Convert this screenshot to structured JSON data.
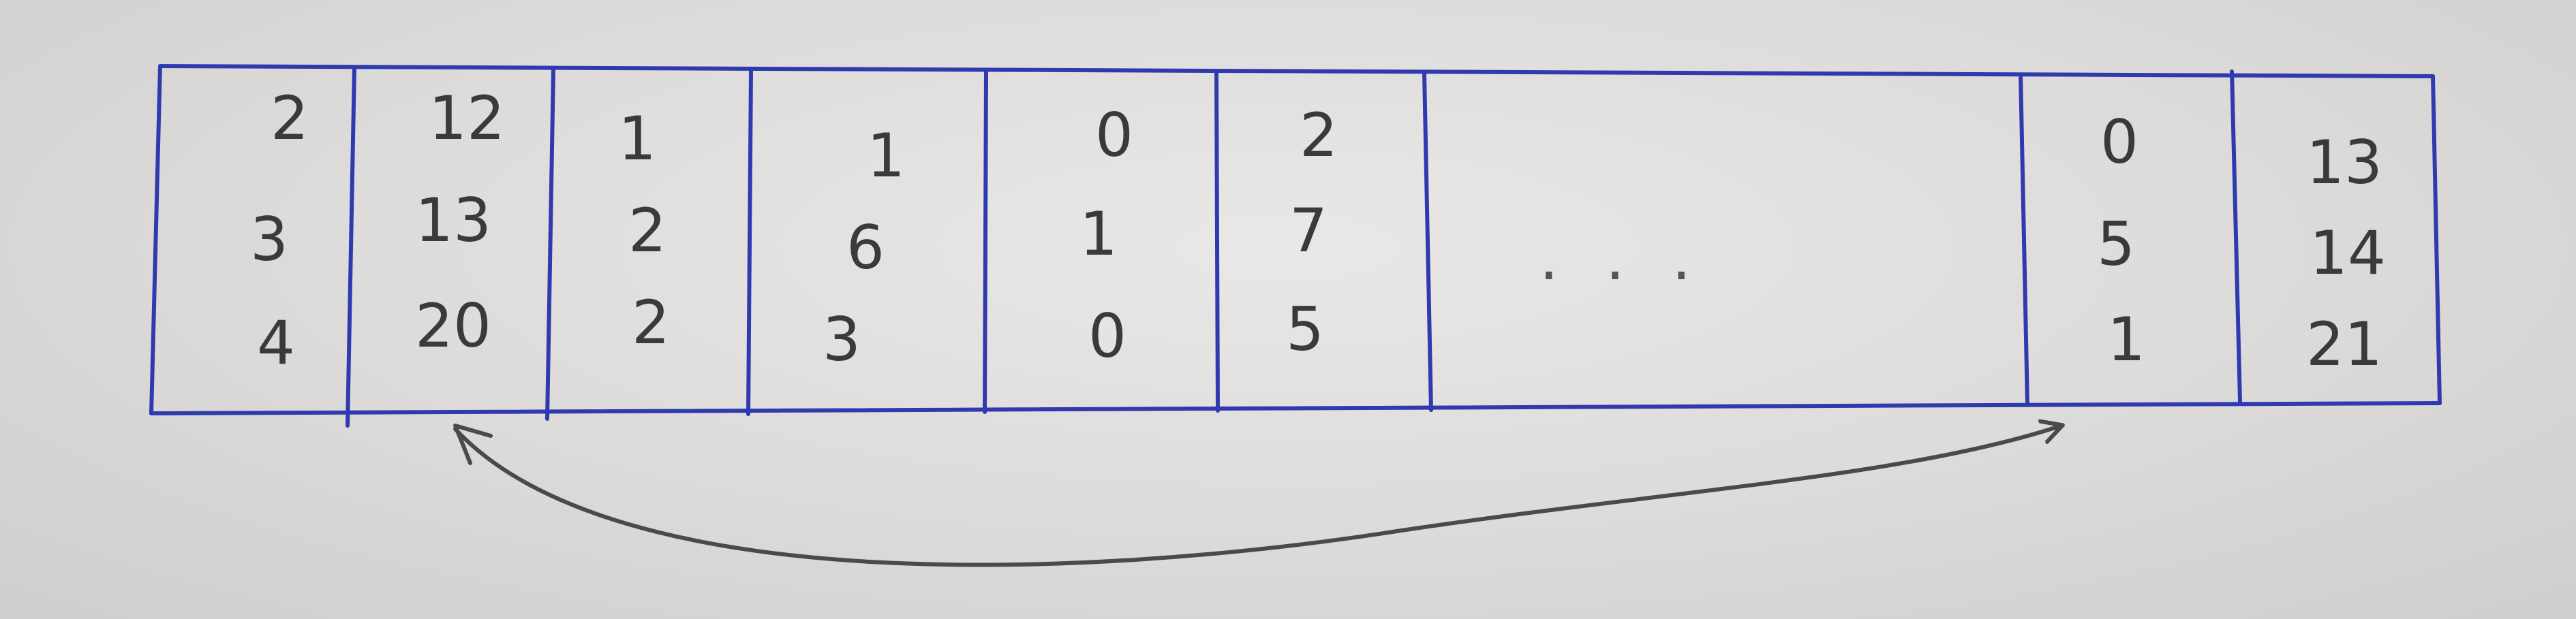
{
  "table": {
    "columns": [
      {
        "values": [
          "2",
          "3",
          "4"
        ]
      },
      {
        "values": [
          "12",
          "13",
          "20"
        ]
      },
      {
        "values": [
          "1",
          "2",
          "2"
        ]
      },
      {
        "values": [
          "1",
          "6",
          "3"
        ]
      },
      {
        "values": [
          "0",
          "1",
          "0"
        ]
      },
      {
        "values": [
          "2",
          "7",
          "5"
        ]
      },
      {
        "values": [
          "0",
          "5",
          "1"
        ]
      },
      {
        "values": [
          "13",
          "14",
          "21"
        ]
      }
    ],
    "ellipsis": ". . .",
    "line_color": "#2f3ab0"
  },
  "arrow": {
    "from_column": 1,
    "to_column": 6,
    "color": "#4a4a4a"
  }
}
